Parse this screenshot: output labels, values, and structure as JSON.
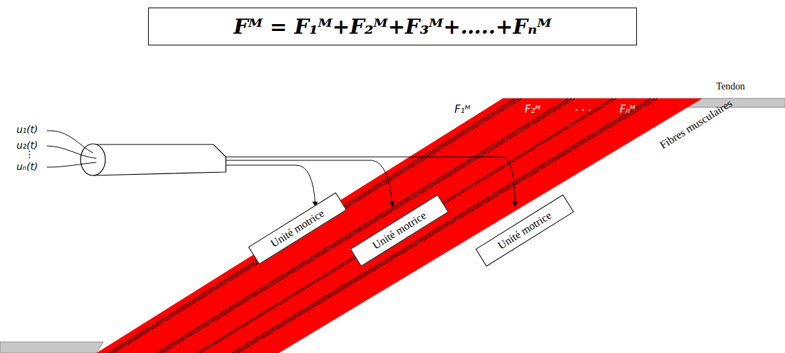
{
  "diagram": {
    "nodes": [
      {
        "text": [
          "Fᴹ = F₁ᴹ+F₂ᴹ+F₃ᴹ+…..+Fₙᴹ"
        ]
      },
      {
        "text": [
          "Unité motrice"
        ]
      },
      {
        "text": [
          "Unité motrice"
        ]
      },
      {
        "text": [
          "Unité motrice"
        ]
      }
    ],
    "labels": [
      "Tendon",
      "Fibres musculaires",
      "F₁ᴹ",
      "F₂ᴹ",
      "· · ·",
      "Fₙᴹ",
      "u₁(t)",
      "u₂(t)",
      "⋮",
      "uₙ(t)"
    ]
  }
}
